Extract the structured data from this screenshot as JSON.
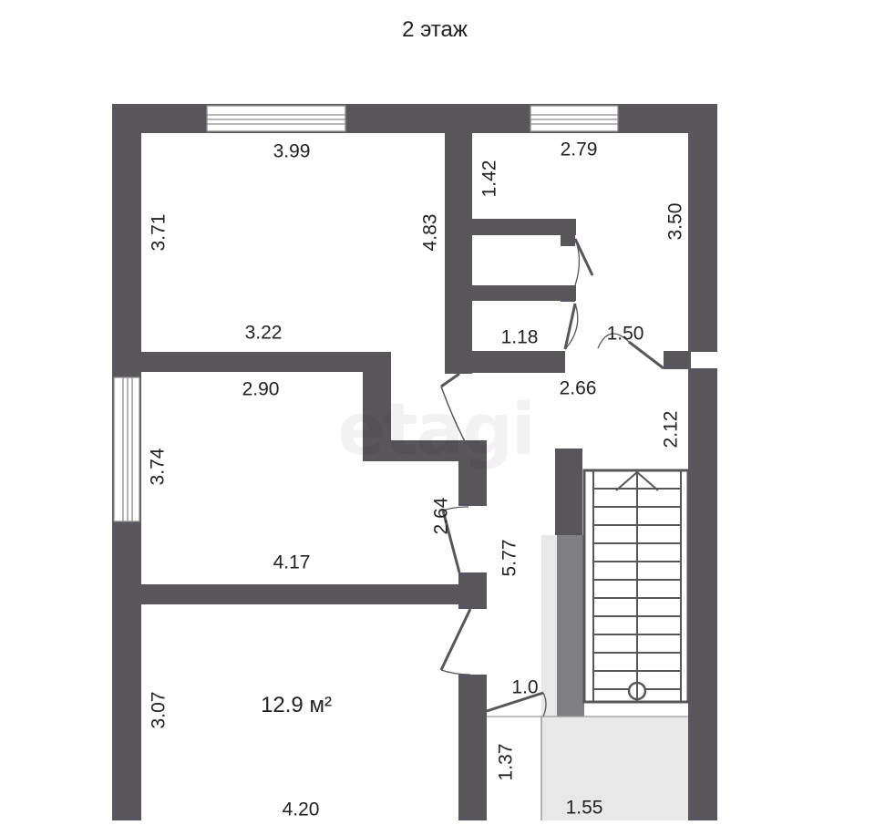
{
  "floor_title": "2 этаж",
  "area": "12.9 м²",
  "watermark": "etagi",
  "dimensions": {
    "top_left_width": "3.99",
    "top_left_height": "3.71",
    "top_left_bottom": "3.22",
    "top_mid_height": "4.83",
    "top_right_width": "2.79",
    "top_right_upper": "1.42",
    "top_right_height": "3.50",
    "closet_width": "1.18",
    "door_width": "1.50",
    "corridor_width": "2.66",
    "corridor_height": "2.12",
    "mid_left_width": "2.90",
    "mid_left_height": "3.74",
    "mid_door_height": "2.64",
    "mid_left_bottom": "4.17",
    "hall_length": "5.77",
    "bottom_left_height": "3.07",
    "bottom_left_width": "4.20",
    "bath_door": "1.0",
    "bath_height": "1.37",
    "bath_width": "1.55"
  },
  "colors": {
    "wall": "#58565a",
    "window": "#ffffff",
    "stair_dark": "#807f82",
    "stair_light": "#e8e8e9",
    "text": "#222222"
  }
}
